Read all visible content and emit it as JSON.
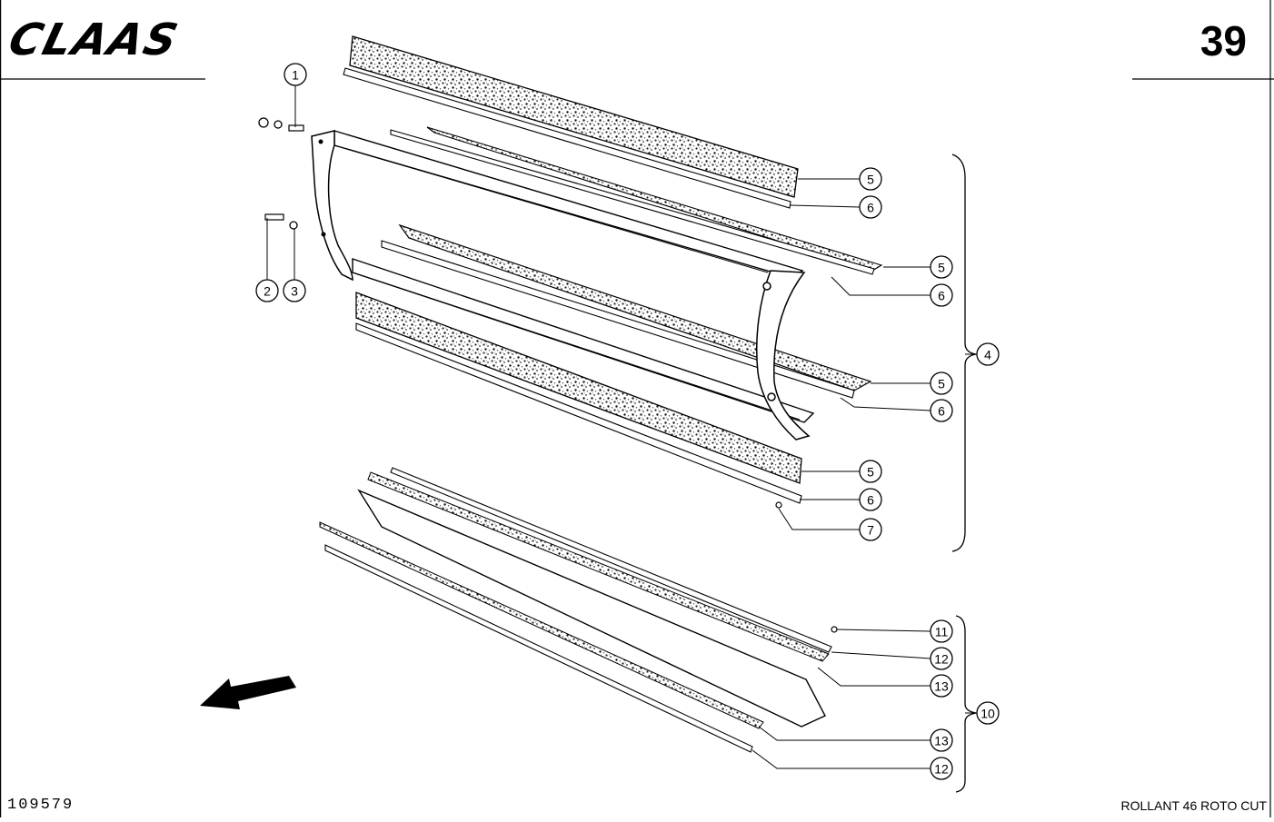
{
  "header": {
    "brand": "CLAAS",
    "page_number": "39"
  },
  "footer": {
    "drawing_number": "109579",
    "model_name": "ROLLANT 46 ROTO CUT"
  },
  "callouts": [
    {
      "id": "c1",
      "label": "1"
    },
    {
      "id": "c2",
      "label": "2"
    },
    {
      "id": "c3",
      "label": "3"
    },
    {
      "id": "c4",
      "label": "4"
    },
    {
      "id": "c5a",
      "label": "5"
    },
    {
      "id": "c6a",
      "label": "6"
    },
    {
      "id": "c5b",
      "label": "5"
    },
    {
      "id": "c6b",
      "label": "6"
    },
    {
      "id": "c5c",
      "label": "5"
    },
    {
      "id": "c6c",
      "label": "6"
    },
    {
      "id": "c5d",
      "label": "5"
    },
    {
      "id": "c6d",
      "label": "6"
    },
    {
      "id": "c7",
      "label": "7"
    },
    {
      "id": "c10",
      "label": "10"
    },
    {
      "id": "c11",
      "label": "11"
    },
    {
      "id": "c12a",
      "label": "12"
    },
    {
      "id": "c13a",
      "label": "13"
    },
    {
      "id": "c13b",
      "label": "13"
    },
    {
      "id": "c12b",
      "label": "12"
    }
  ]
}
